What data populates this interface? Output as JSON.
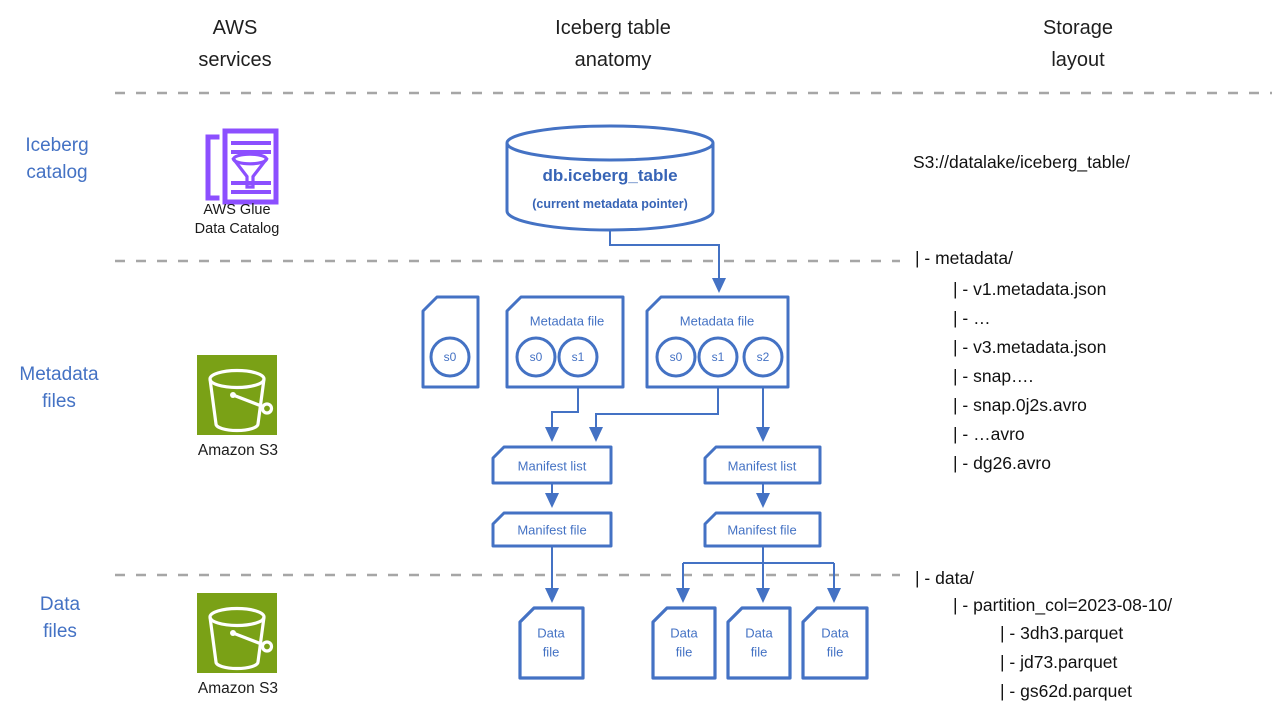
{
  "headers": {
    "services": "AWS\nservices",
    "anatomy": "Iceberg table\nanatomy",
    "storage": "Storage\nlayout"
  },
  "rows": {
    "catalog": "Iceberg\ncatalog",
    "metadata": "Metadata\nfiles",
    "data": "Data\nfiles"
  },
  "icons": {
    "glue_caption": "AWS Glue\nData Catalog",
    "s3_caption_metadata": "Amazon S3",
    "s3_caption_data": "Amazon S3"
  },
  "catalog": {
    "table_name": "db.iceberg_table",
    "pointer_note": "(current metadata pointer)"
  },
  "metadata_boxes": {
    "box1": {
      "snapshots": [
        "s0"
      ]
    },
    "box2": {
      "label": "Metadata file",
      "snapshots": [
        "s0",
        "s1"
      ]
    },
    "box3": {
      "label": "Metadata file",
      "snapshots": [
        "s0",
        "s1",
        "s2"
      ]
    }
  },
  "manifests": {
    "list_label": "Manifest list",
    "file_label": "Manifest file"
  },
  "data_file_label": "Data\nfile",
  "storage": {
    "root": "S3://datalake/iceberg_table/",
    "metadata_dir": "| - metadata/",
    "metadata_files": [
      "| - v1.metadata.json",
      "| - …",
      "| - v3.metadata.json",
      "| - snap….",
      "| - snap.0j2s.avro",
      "| - …avro",
      "| - dg26.avro"
    ],
    "data_dir": "| - data/",
    "partition_dir": "| - partition_col=2023-08-10/",
    "data_files": [
      "| - 3dh3.parquet",
      "| - jd73.parquet",
      "| - gs62d.parquet"
    ]
  },
  "colors": {
    "diagram_blue": "#4472C4",
    "glue_purple": "#8C4FFF",
    "s3_green": "#7AA116",
    "divider_gray": "#A6A6A6"
  }
}
